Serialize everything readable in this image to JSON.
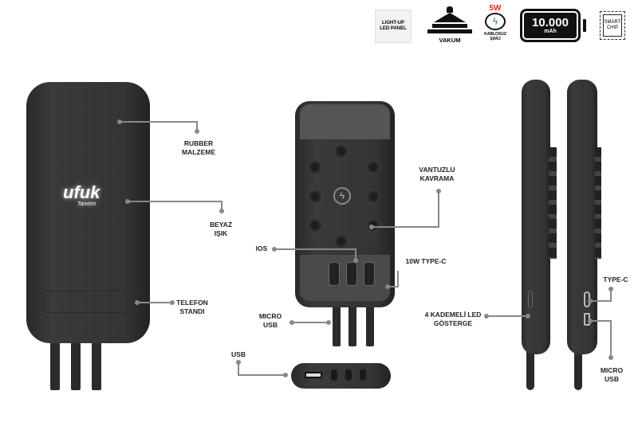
{
  "features": {
    "led_panel": "LIGHT-UP LED PANEL",
    "vakum": "VAKUM",
    "wireless_power": "5W",
    "wireless_label": "KABLOSUZ ŞARJ",
    "capacity": "10.000",
    "capacity_unit": "mAh",
    "chip": "SMART CHIP"
  },
  "logo": {
    "brand": "ufuk",
    "sub": "Tanıtım"
  },
  "callouts": {
    "rubber": "RUBBER MALZEME",
    "beyaz": "BEYAZ IŞIK",
    "telefon": "TELEFON STANDI",
    "vantuzlu": "VANTUZLU KAVRAMA",
    "ios": "IOS",
    "type_c_10w": "10W TYPE-C",
    "micro_usb_mid": "MICRO USB",
    "usb": "USB",
    "led_gosterge": "4 KADEMELİ LED GÖSTERGE",
    "type_c_side": "TYPE-C",
    "micro_usb_side": "MICRO USB"
  },
  "colors": {
    "accent_red": "#e0262a",
    "accent_green": "#3bb34a",
    "device": "#333333",
    "leader": "#888888"
  }
}
